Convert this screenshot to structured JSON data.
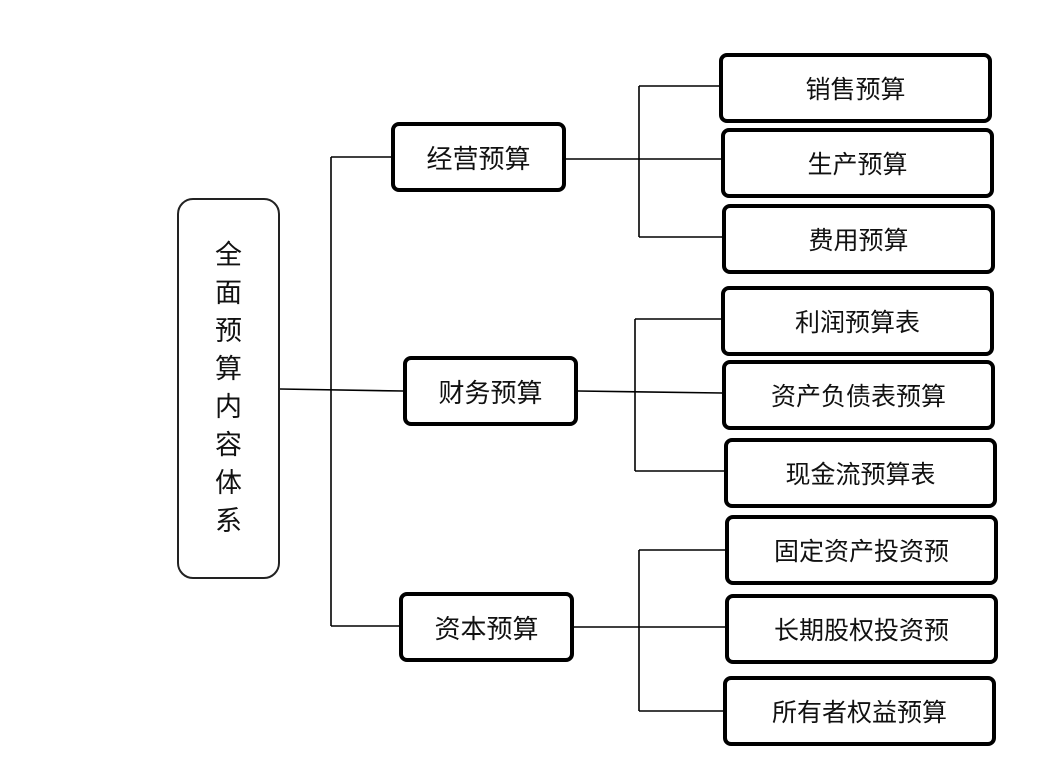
{
  "root": {
    "chars": [
      "全",
      "面",
      "预",
      "算",
      "内",
      "容",
      "体",
      "系"
    ]
  },
  "branches": [
    {
      "label": "经营预算",
      "items": [
        "销售预算",
        "生产预算",
        "费用预算"
      ]
    },
    {
      "label": "财务预算",
      "items": [
        "利润预算表",
        "资产负债表预算",
        "现金流预算表"
      ]
    },
    {
      "label": "资本预算",
      "items": [
        "固定资产投资预",
        "长期股权投资预",
        "所有者权益预算"
      ]
    }
  ]
}
